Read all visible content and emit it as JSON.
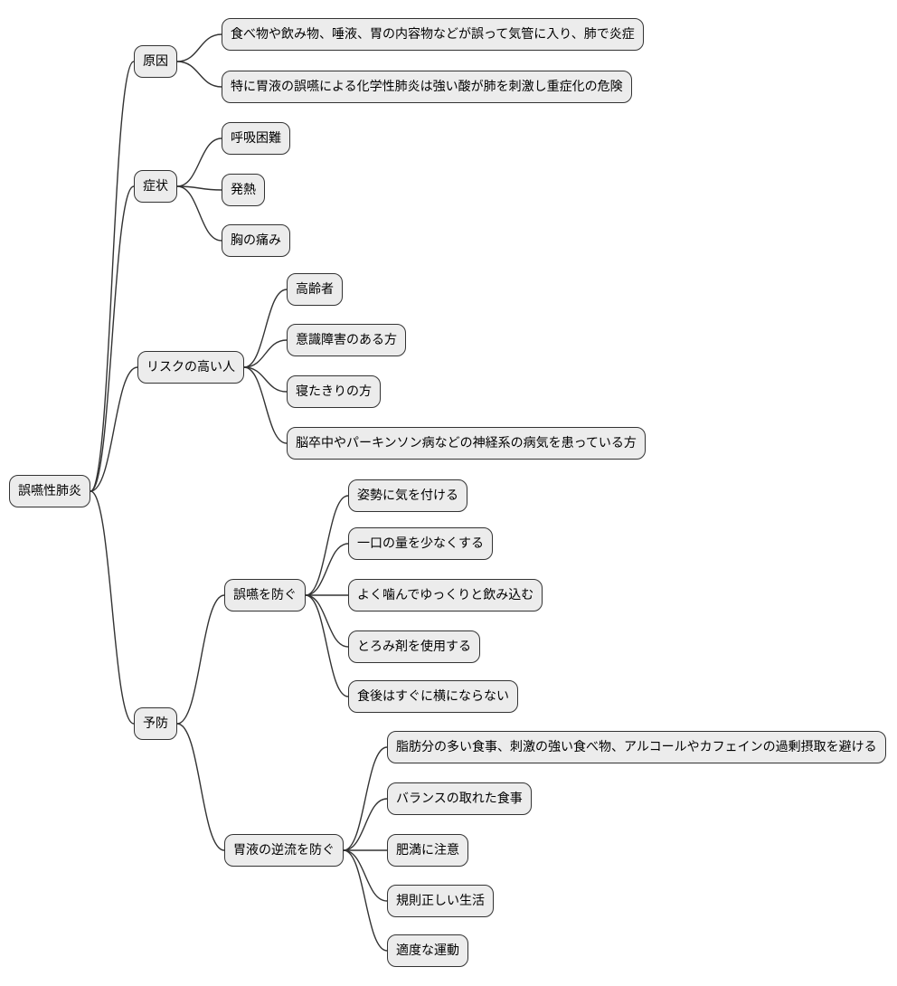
{
  "mindmap": {
    "root": {
      "label": "誤嚥性肺炎"
    },
    "branches": [
      {
        "label": "原因",
        "children": [
          {
            "label": "食べ物や飲み物、唾液、胃の内容物などが誤って気管に入り、肺で炎症"
          },
          {
            "label": "特に胃液の誤嚥による化学性肺炎は強い酸が肺を刺激し重症化の危険"
          }
        ]
      },
      {
        "label": "症状",
        "children": [
          {
            "label": "呼吸困難"
          },
          {
            "label": "発熱"
          },
          {
            "label": "胸の痛み"
          }
        ]
      },
      {
        "label": "リスクの高い人",
        "children": [
          {
            "label": "高齢者"
          },
          {
            "label": "意識障害のある方"
          },
          {
            "label": "寝たきりの方"
          },
          {
            "label": "脳卒中やパーキンソン病などの神経系の病気を患っている方"
          }
        ]
      },
      {
        "label": "予防",
        "children": [
          {
            "label": "誤嚥を防ぐ",
            "children": [
              {
                "label": "姿勢に気を付ける"
              },
              {
                "label": "一口の量を少なくする"
              },
              {
                "label": "よく噛んでゆっくりと飲み込む"
              },
              {
                "label": "とろみ剤を使用する"
              },
              {
                "label": "食後はすぐに横にならない"
              }
            ]
          },
          {
            "label": "胃液の逆流を防ぐ",
            "children": [
              {
                "label": "脂肪分の多い食事、刺激の強い食べ物、アルコールやカフェインの過剰摂取を避ける"
              },
              {
                "label": "バランスの取れた食事"
              },
              {
                "label": "肥満に注意"
              },
              {
                "label": "規則正しい生活"
              },
              {
                "label": "適度な運動"
              }
            ]
          }
        ]
      }
    ],
    "style": {
      "node_fill": "#ececec",
      "node_border": "#333333",
      "edge_color": "#333333",
      "text_color": "#000000",
      "background": "#ffffff"
    }
  }
}
